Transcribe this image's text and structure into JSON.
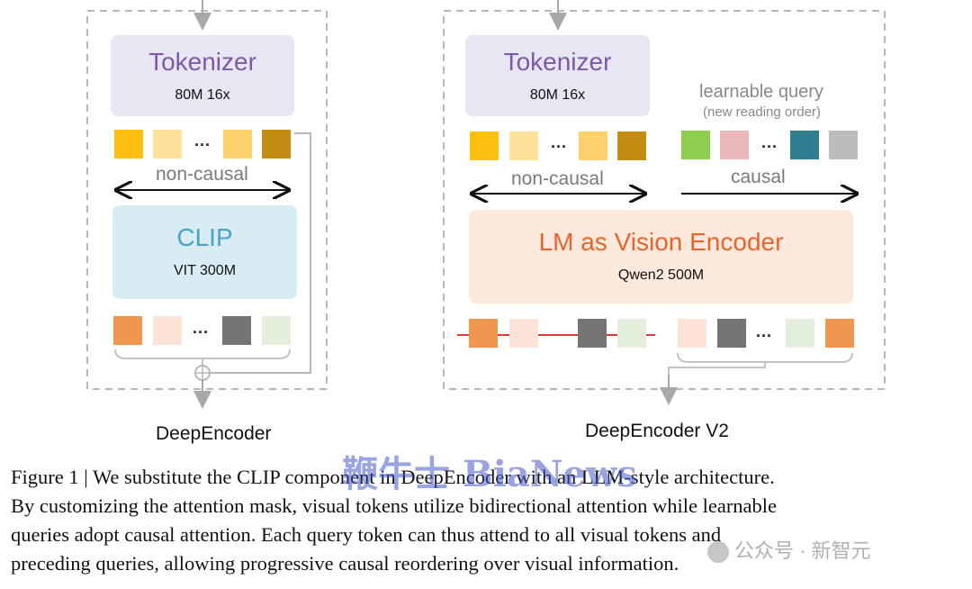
{
  "colors": {
    "tokenizer_bg": "#e9e6f3",
    "tokenizer_text": "#7b5aa6",
    "clip_bg": "#d8ecf4",
    "clip_text": "#4aa3c6",
    "encoder_bg": "#fde8dc",
    "encoder_text": "#e4662e",
    "frame": "#b8b8b8",
    "strike": "#e23b3b"
  },
  "left": {
    "tokenizer": {
      "name": "Tokenizer",
      "sub": "80M 16x"
    },
    "non_causal": "non-causal",
    "clip": {
      "name": "CLIP",
      "sub": "VIT 300M"
    },
    "ellipsis": "...",
    "title": "DeepEncoder"
  },
  "right": {
    "tokenizer": {
      "name": "Tokenizer",
      "sub": "80M 16x"
    },
    "learnable_query": "learnable query",
    "new_reading_order": "(new reading order)",
    "non_causal": "non-causal",
    "causal": "causal",
    "encoder": {
      "name": "LM as Vision Encoder",
      "sub": "Qwen2 500M"
    },
    "ellipsis": "...",
    "title": "DeepEncoder V2"
  },
  "caption": [
    "Figure 1 | We substitute the CLIP component in DeepEncoder with an LLM-style architecture.",
    "By customizing the attention mask, visual tokens utilize bidirectional attention while learnable",
    "queries adopt causal attention.  Each query token can thus attend to all visual tokens and",
    "preceding queries, allowing progressive causal reordering over visual information."
  ],
  "watermarks": {
    "bianews": "鞭牛士 BiaNews",
    "wechat": "公众号 · 新智元"
  }
}
